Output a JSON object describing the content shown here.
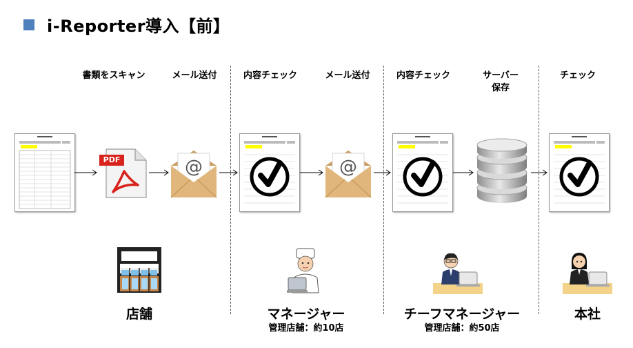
{
  "title": "i-Reporter導入【前】",
  "steps": [
    {
      "label": "書類をスキャン"
    },
    {
      "label": "メール送付"
    },
    {
      "label": "内容チェック"
    },
    {
      "label": "メール送付"
    },
    {
      "label": "内容チェック"
    },
    {
      "label": "サーバー\n保存"
    },
    {
      "label": "チェック"
    }
  ],
  "pdf_icon_label": "PDF",
  "email_symbol": "@",
  "actors": [
    {
      "name": "店舗",
      "sub": ""
    },
    {
      "name": "マネージャー",
      "sub": "管理店舗：約10店"
    },
    {
      "name": "チーフマネージャー",
      "sub": "管理店舗：約50店"
    },
    {
      "name": "本社",
      "sub": ""
    }
  ],
  "colors": {
    "title_square": "#4f81bd",
    "pdf_red": "#d8231c",
    "envelope": "#e0b67c",
    "doc_highlight": "#ffff00"
  },
  "icons": [
    "document-icon",
    "pdf-icon",
    "email-icon",
    "check-icon",
    "server-icon",
    "store-icon",
    "chef-laptop-icon",
    "man-laptop-icon",
    "woman-laptop-icon"
  ]
}
